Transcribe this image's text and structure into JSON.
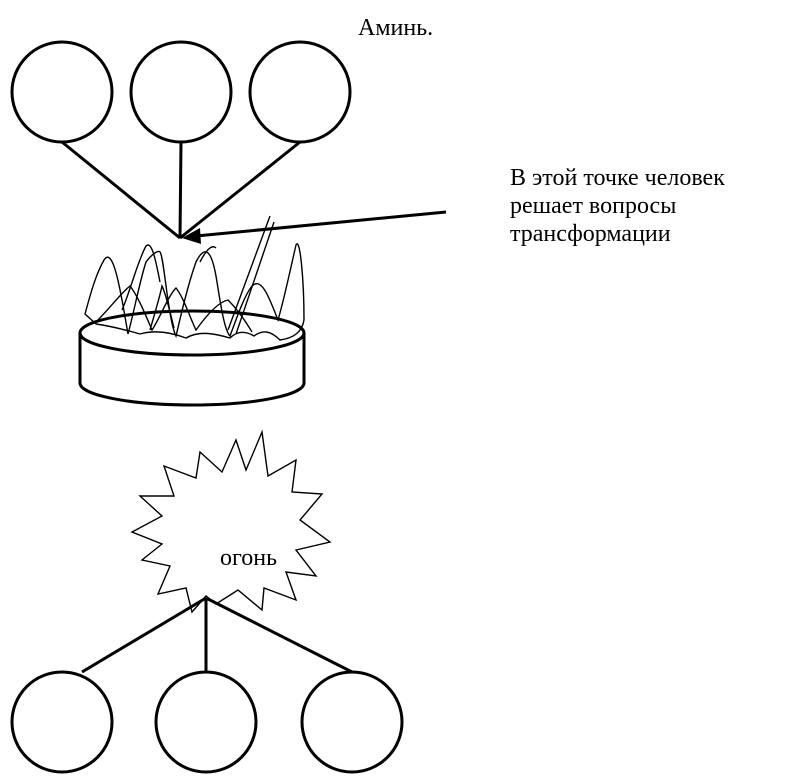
{
  "labels": {
    "amen": "Аминь.",
    "fire": "огонь"
  },
  "note": {
    "lines": [
      "В этой точке человек",
      "решает вопросы",
      "трансформации"
    ]
  },
  "colors": {
    "stroke": "#000000",
    "background": "#ffffff"
  }
}
